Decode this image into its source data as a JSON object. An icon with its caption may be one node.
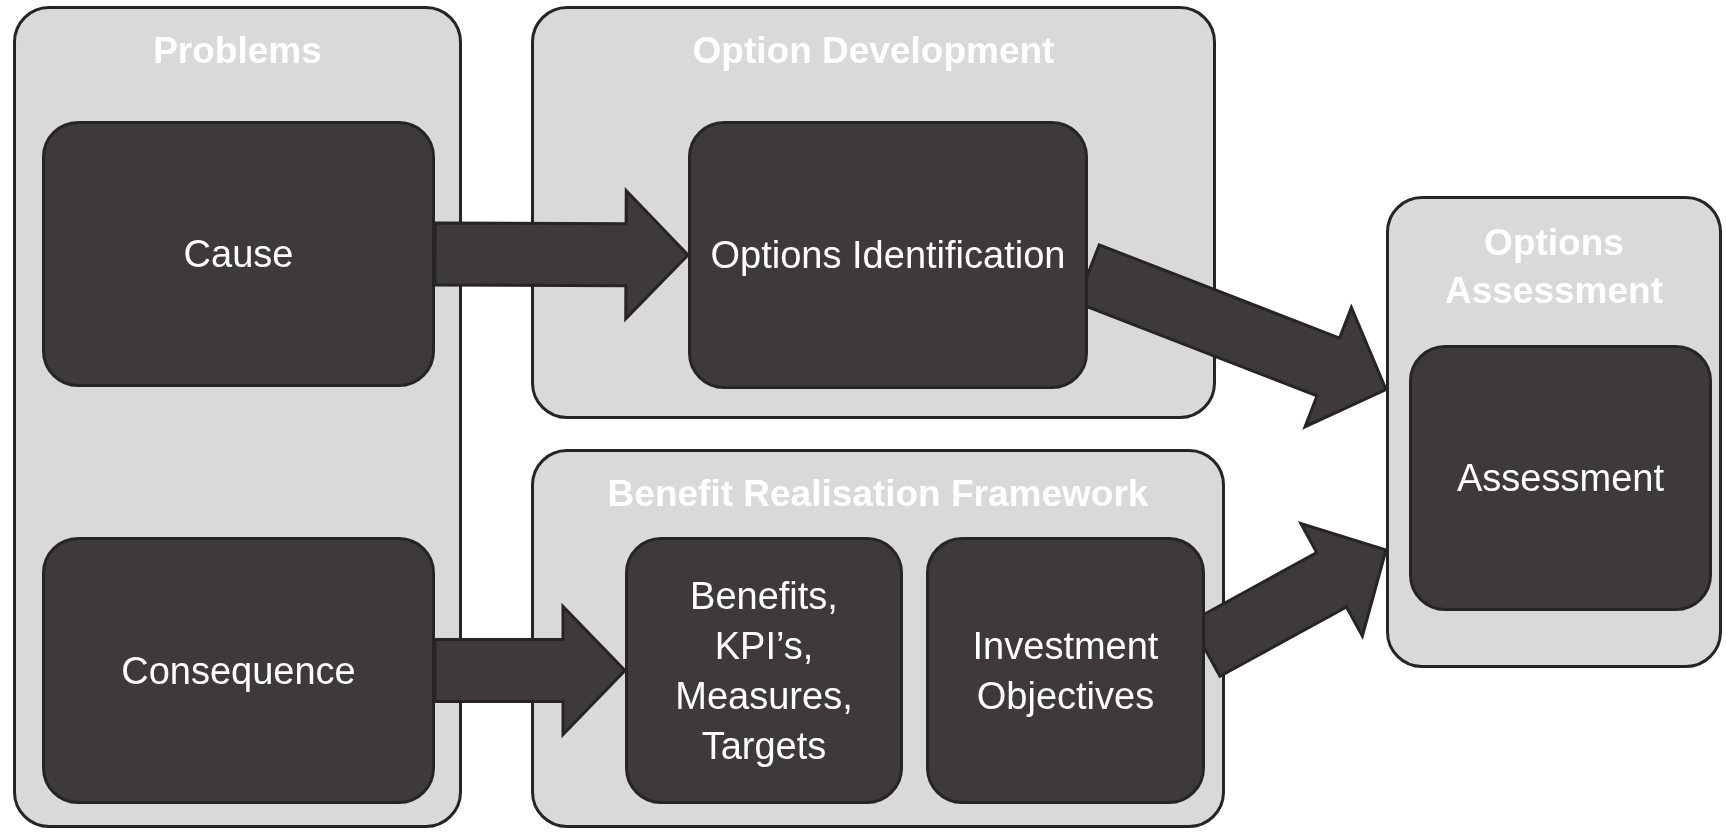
{
  "diagram": {
    "nodes": [
      {
        "text": [
          "Problems"
        ]
      },
      {
        "text": [
          "Cause"
        ],
        "in": 0
      },
      {
        "text": [
          "Consequence"
        ],
        "in": 0
      },
      {
        "text": [
          "Option Development"
        ]
      },
      {
        "text": [
          "Options Identification"
        ],
        "in": 3
      },
      {
        "text": [
          "Benefit Realisation Framework"
        ]
      },
      {
        "text": [
          "Benefits, KPI’s, Measures, Targets"
        ],
        "in": 5
      },
      {
        "text": [
          "Investment Objectives"
        ],
        "in": 5
      },
      {
        "text": [
          "Options Assessment"
        ]
      },
      {
        "text": [
          "Assessment"
        ],
        "in": 8
      }
    ],
    "edges": [
      {
        "from": 1,
        "to": 4,
        "arrow": "to"
      },
      {
        "from": 2,
        "to": 6,
        "arrow": "to"
      },
      {
        "from": 4,
        "to": 8,
        "arrow": "to"
      },
      {
        "from": 7,
        "to": 8,
        "arrow": "to"
      }
    ]
  }
}
